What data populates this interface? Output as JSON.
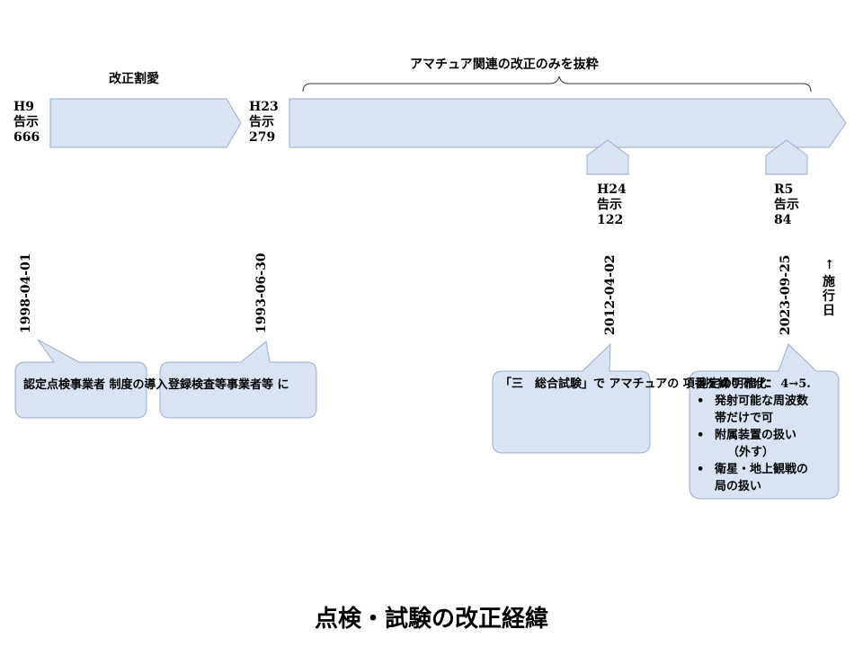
{
  "colors": {
    "arrow_fill": "#dae3f1",
    "arrow_stroke": "#9aadc9",
    "callout_fill": "#dae3f1",
    "callout_stroke": "#9aadc9",
    "brace": "#333333"
  },
  "title": "点検・試験の改正経緯",
  "top_labels": {
    "abolition": "改正割愛",
    "excerpt": "アマチュア関連の改正のみを抜粋"
  },
  "notices": {
    "h9": "H9\n告示\n666",
    "h23": "H23\n告示\n279",
    "h24": "H24\n告示\n122",
    "r5": "R5\n告示\n84"
  },
  "dates": {
    "d1": "1998-04-01",
    "d2": "1993-06-30",
    "d3": "2012-04-02",
    "d4": "2023-09-25"
  },
  "effective_label": "←施行日",
  "callouts": {
    "c1": "認定点検事業者\n制度の導入",
    "c2": "登録検査等事業者等\nに",
    "c3": "「三　総合試験」で\nアマチュアの\n項番を繰り下げ：\n4→5.",
    "c4": {
      "heading": "測定の明確化：",
      "bullet_symbol": "•",
      "bullets": [
        [
          "発射可能な周波数",
          "帯だけで可"
        ],
        [
          "附属装置の扱い",
          "（外す）"
        ],
        [
          "衛星・地上観戦の",
          "局の扱い"
        ]
      ]
    }
  }
}
